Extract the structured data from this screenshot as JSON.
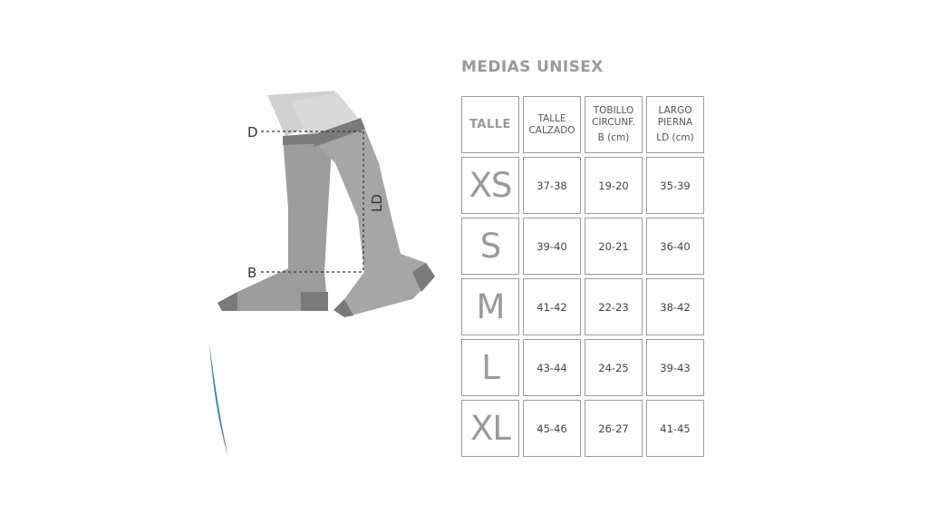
{
  "title": "MEDIAS UNISEX",
  "diagram": {
    "label_d": "D",
    "label_b": "B",
    "label_ld": "LD",
    "sock_color": "#9c9c9c",
    "band_color": "#7a7a7a",
    "leg_color": "#cfcfcf"
  },
  "table": {
    "headers": [
      {
        "lines": [
          "TALLE"
        ]
      },
      {
        "lines": [
          "TALLE",
          "CALZADO"
        ]
      },
      {
        "lines": [
          "TOBILLO",
          "CIRCUNF.",
          "B (cm)"
        ]
      },
      {
        "lines": [
          "LARGO",
          "PIERNA",
          "LD (cm)"
        ]
      }
    ],
    "rows": [
      {
        "size": "XS",
        "calzado": "37-38",
        "tobillo": "19-20",
        "largo": "35-39"
      },
      {
        "size": "S",
        "calzado": "39-40",
        "tobillo": "20-21",
        "largo": "36-40"
      },
      {
        "size": "M",
        "calzado": "41-42",
        "tobillo": "22-23",
        "largo": "38-42"
      },
      {
        "size": "L",
        "calzado": "43-44",
        "tobillo": "24-25",
        "largo": "39-43"
      },
      {
        "size": "XL",
        "calzado": "45-46",
        "tobillo": "26-27",
        "largo": "41-45"
      }
    ]
  }
}
